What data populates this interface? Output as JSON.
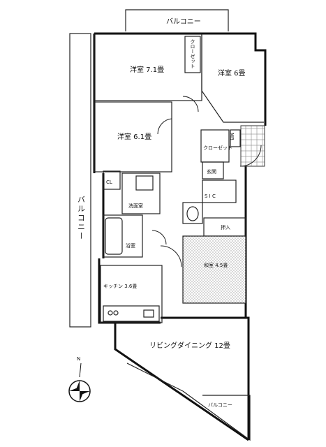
{
  "rooms": {
    "balcony_top": "バルコニー",
    "western_room_1": "洋室 7.1畳",
    "closet_1": "クローゼット",
    "western_room_2": "洋室 6畳",
    "western_room_3": "洋室 6.1畳",
    "closet_2": "クローゼット",
    "mb": "MB",
    "cl": "CL",
    "entrance": "玄関",
    "sic": "S I C",
    "washroom": "洗面室",
    "bathroom": "浴室",
    "storage": "押入",
    "japanese_room": "和室 4.5畳",
    "balcony_left": "バルコニー",
    "kitchen": "キッチン 3.6畳",
    "living_dining": "リビングダイニング 12畳",
    "balcony_bottom": "バルコニー"
  },
  "compass": {
    "north_label": "N"
  }
}
